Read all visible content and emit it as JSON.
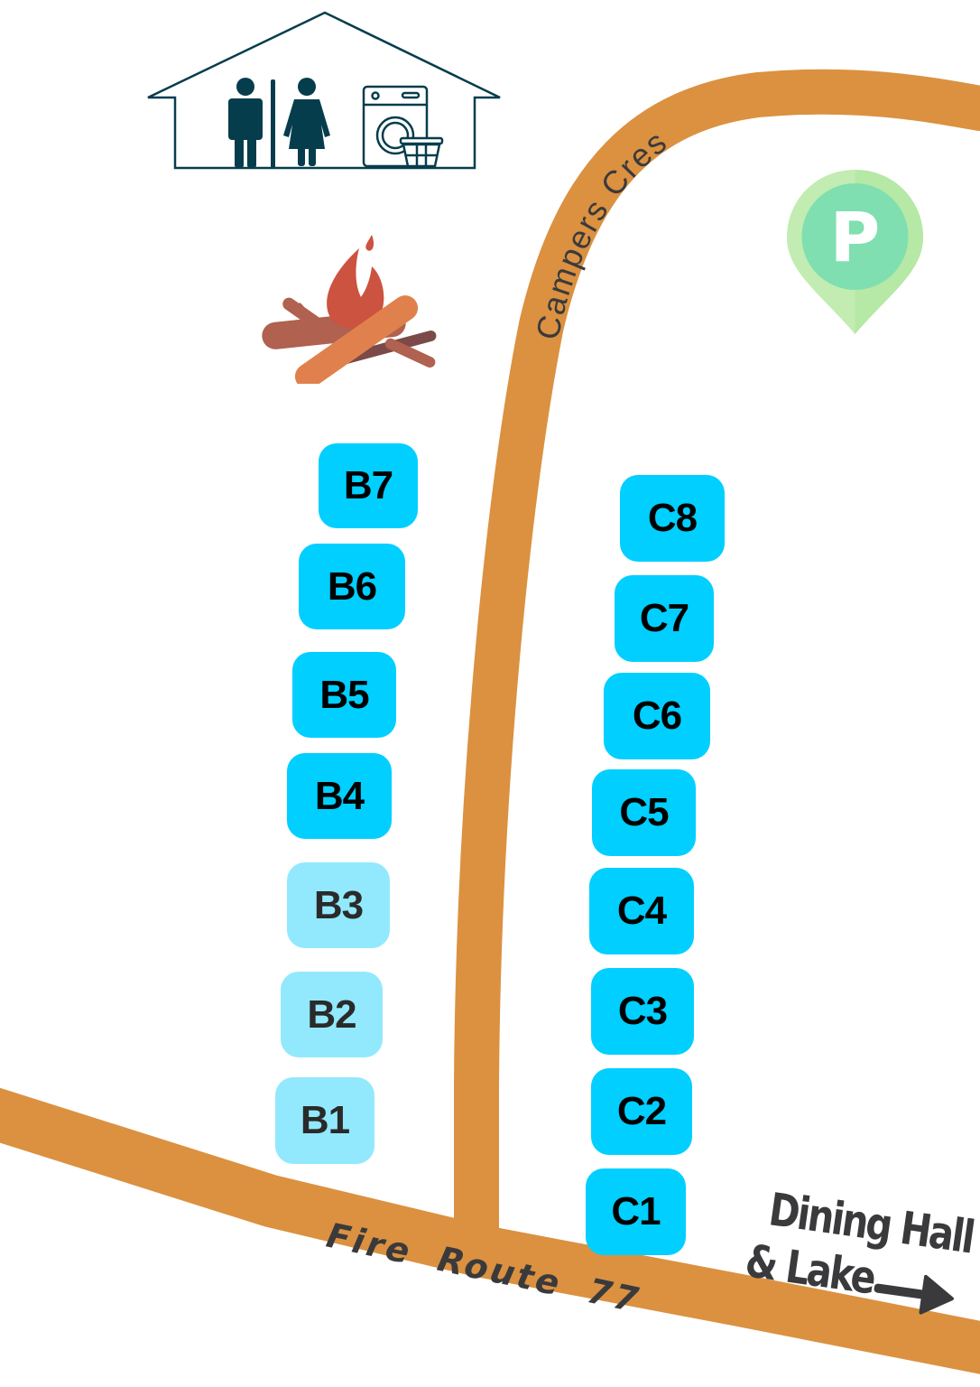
{
  "map": {
    "roads": [
      {
        "name": "Campers Cres",
        "color": "#db9140"
      },
      {
        "name": "Fire Route 77",
        "color": "#db9140"
      }
    ],
    "labels": {
      "campers_cres": "Campers Cres",
      "fire_route": "Fire Route 77",
      "dining_line1": "Dining Hall",
      "dining_line2": "& Lake",
      "parking_letter": "P"
    },
    "icons": {
      "washroom_building": "washroom-laundry-house-icon",
      "campfire": "campfire-icon",
      "parking": "parking-pin-icon",
      "arrow": "arrow-right-icon"
    },
    "colors": {
      "road": "#db9140",
      "site_available": "#00cfff",
      "site_light": "#92e9fd",
      "building_outline": "#063d4d",
      "parking_outer": "#c2ecb2",
      "parking_inner": "#7fdfb0",
      "text_dark": "#3a3a3c"
    },
    "sites_b": [
      {
        "id": "B7",
        "label": "B7",
        "style": "available"
      },
      {
        "id": "B6",
        "label": "B6",
        "style": "available"
      },
      {
        "id": "B5",
        "label": "B5",
        "style": "available"
      },
      {
        "id": "B4",
        "label": "B4",
        "style": "available"
      },
      {
        "id": "B3",
        "label": "B3",
        "style": "light"
      },
      {
        "id": "B2",
        "label": "B2",
        "style": "light"
      },
      {
        "id": "B1",
        "label": "B1",
        "style": "light"
      }
    ],
    "sites_c": [
      {
        "id": "C8",
        "label": "C8",
        "style": "available"
      },
      {
        "id": "C7",
        "label": "C7",
        "style": "available"
      },
      {
        "id": "C6",
        "label": "C6",
        "style": "available"
      },
      {
        "id": "C5",
        "label": "C5",
        "style": "available"
      },
      {
        "id": "C4",
        "label": "C4",
        "style": "available"
      },
      {
        "id": "C3",
        "label": "C3",
        "style": "available"
      },
      {
        "id": "C2",
        "label": "C2",
        "style": "available"
      },
      {
        "id": "C1",
        "label": "C1",
        "style": "available"
      }
    ]
  }
}
